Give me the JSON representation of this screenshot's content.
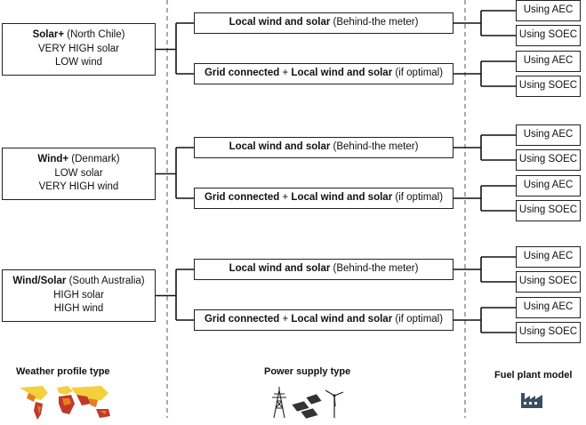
{
  "weather_profiles": [
    {
      "name": "Solar+",
      "region": "(North Chile)",
      "line1": "VERY HIGH solar",
      "line2": "LOW wind",
      "supplies": [
        {
          "bold": "Local wind and solar",
          "rest": "(Behind-the meter)",
          "models": [
            "Using AEC",
            "Using SOEC"
          ]
        },
        {
          "bold1": "Grid connected",
          "plus": "+",
          "bold": "Local wind and solar",
          "rest": "(if optimal)",
          "models": [
            "Using AEC",
            "Using SOEC"
          ]
        }
      ]
    },
    {
      "name": "Wind+",
      "region": "(Denmark)",
      "line1": "LOW solar",
      "line2": "VERY HIGH wind",
      "supplies": [
        {
          "bold": "Local wind and solar",
          "rest": "(Behind-the meter)",
          "models": [
            "Using AEC",
            "Using SOEC"
          ]
        },
        {
          "bold1": "Grid connected",
          "plus": "+",
          "bold": "Local wind and solar",
          "rest": "(if optimal)",
          "models": [
            "Using AEC",
            "Using SOEC"
          ]
        }
      ]
    },
    {
      "name": "Wind/Solar",
      "region": "(South Australia)",
      "line1": "HIGH solar",
      "line2": "HIGH wind",
      "supplies": [
        {
          "bold": "Local wind and solar",
          "rest": "(Behind-the meter)",
          "models": [
            "Using AEC",
            "Using SOEC"
          ]
        },
        {
          "bold1": "Grid connected",
          "plus": "+",
          "bold": "Local wind and solar",
          "rest": "(if optimal)",
          "models": [
            "Using AEC",
            "Using SOEC"
          ]
        }
      ]
    }
  ],
  "footers": {
    "weather": "Weather profile type",
    "power": "Power supply type",
    "fuel": "Fuel plant model"
  },
  "icons": {
    "weather": "world-heatmap-icon",
    "power": "power-tower-solar-wind-icon",
    "fuel": "factory-icon"
  },
  "colors": {
    "line": "#111111",
    "divider": "#555555",
    "map_hot": "#c0392b",
    "map_mid": "#e67e22",
    "map_warm": "#f4d03f",
    "map_sea": "#aad4f5",
    "factory": "#3b4d63"
  }
}
